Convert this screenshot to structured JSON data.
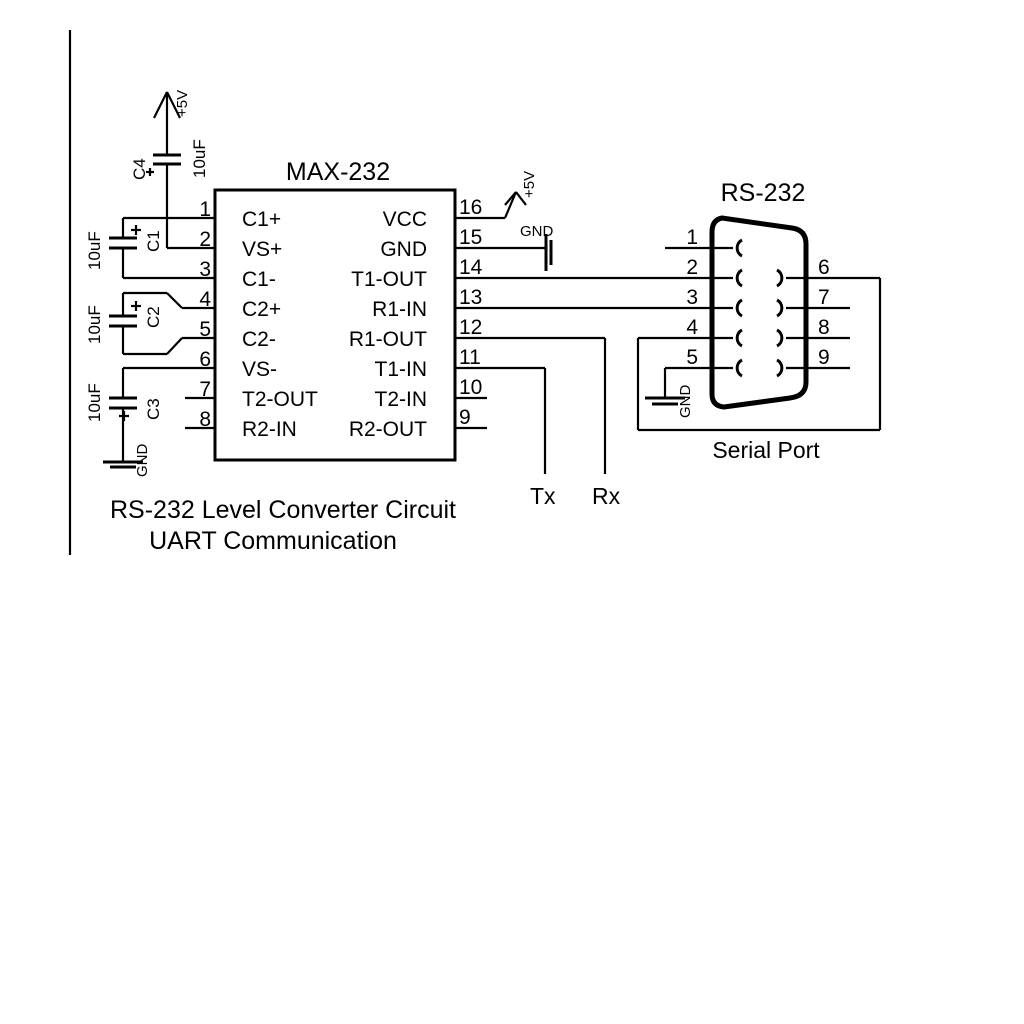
{
  "ic": {
    "name": "MAX-232",
    "left_pins": [
      {
        "num": "1",
        "label": "C1+"
      },
      {
        "num": "2",
        "label": "VS+"
      },
      {
        "num": "3",
        "label": "C1-"
      },
      {
        "num": "4",
        "label": "C2+"
      },
      {
        "num": "5",
        "label": "C2-"
      },
      {
        "num": "6",
        "label": "VS-"
      },
      {
        "num": "7",
        "label": "T2-OUT"
      },
      {
        "num": "8",
        "label": "R2-IN"
      }
    ],
    "right_pins": [
      {
        "num": "16",
        "label": "VCC"
      },
      {
        "num": "15",
        "label": "GND"
      },
      {
        "num": "14",
        "label": "T1-OUT"
      },
      {
        "num": "13",
        "label": "R1-IN"
      },
      {
        "num": "12",
        "label": "R1-OUT"
      },
      {
        "num": "11",
        "label": "T1-IN"
      },
      {
        "num": "10",
        "label": "T2-IN"
      },
      {
        "num": "9",
        "label": "R2-OUT"
      }
    ]
  },
  "capacitors": [
    {
      "ref": "C4",
      "value": "10uF"
    },
    {
      "ref": "C1",
      "value": "10uF"
    },
    {
      "ref": "C2",
      "value": "10uF"
    },
    {
      "ref": "C3",
      "value": "10uF"
    }
  ],
  "power": {
    "vcc_label": "+5V",
    "gnd_label": "GND"
  },
  "connector": {
    "name": "RS-232",
    "caption": "Serial Port",
    "row1_pins": [
      "1",
      "2",
      "3",
      "4",
      "5"
    ],
    "row2_pins": [
      "6",
      "7",
      "8",
      "9"
    ]
  },
  "signals": {
    "tx": "Tx",
    "rx": "Rx"
  },
  "caption": {
    "line1": "RS-232 Level Converter Circuit",
    "line2": "UART Communication"
  }
}
